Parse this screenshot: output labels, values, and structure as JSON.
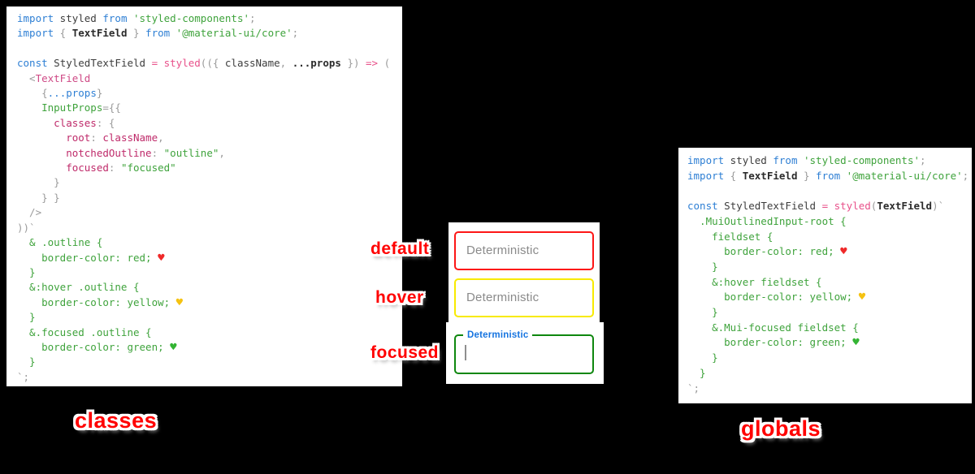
{
  "colors": {
    "background": "#000000",
    "keyword_blue": "#2e7fd4",
    "string_css_green": "#3fa33c",
    "operator_pink": "#e8508a",
    "property_magenta": "#bf2a6a",
    "jsx_tag_pink": "#cf4a86",
    "punctuation_gray": "#9b9b9b",
    "annotation_red": "#ff0000",
    "default_border_red": "#fd1616",
    "hover_border_yellow": "#f8ea00",
    "focused_border_green": "#0e870e",
    "floating_label_blue": "#1674e0",
    "placeholder_gray": "#8a8a8a"
  },
  "annotations": {
    "default": "default",
    "hover": "hover",
    "focused": "focused"
  },
  "captions": {
    "left": "classes",
    "right": "globals"
  },
  "textfields": {
    "placeholder": "Deterministic",
    "floating_label": "Deterministic",
    "default_border": "#fd1616",
    "hover_border": "#f8ea00",
    "focused_border": "#0e870e"
  },
  "code_panels": {
    "left": {
      "title": "classes approach",
      "lines": [
        [
          [
            "kw",
            "import"
          ],
          [
            "txt",
            " styled "
          ],
          [
            "kw",
            "from"
          ],
          [
            "grn",
            " 'styled-components'"
          ],
          [
            "pun",
            ";"
          ]
        ],
        [
          [
            "kw",
            "import"
          ],
          [
            "pun",
            " { "
          ],
          [
            "btxt",
            "TextField"
          ],
          [
            "pun",
            " } "
          ],
          [
            "kw",
            "from"
          ],
          [
            "grn",
            " '@material-ui/core'"
          ],
          [
            "pun",
            ";"
          ]
        ],
        [],
        [
          [
            "kw",
            "const"
          ],
          [
            "txt",
            " StyledTextField "
          ],
          [
            "op",
            "= styled"
          ],
          [
            "pun",
            "(({ "
          ],
          [
            "txt",
            "className"
          ],
          [
            "pun",
            ", "
          ],
          [
            "btxt",
            "...props"
          ],
          [
            "pun",
            " }) "
          ],
          [
            "op",
            "=>"
          ],
          [
            "pun",
            " ("
          ]
        ],
        [
          [
            "pun",
            "  <"
          ],
          [
            "tag",
            "TextField"
          ]
        ],
        [
          [
            "pun",
            "    {"
          ],
          [
            "kw",
            "...props"
          ],
          [
            "pun",
            "}"
          ]
        ],
        [
          [
            "grn",
            "    InputProps"
          ],
          [
            "pun",
            "={{"
          ]
        ],
        [
          [
            "prop",
            "      classes"
          ],
          [
            "pun",
            ": {"
          ]
        ],
        [
          [
            "prop",
            "        root"
          ],
          [
            "pun",
            ": "
          ],
          [
            "prop",
            "className"
          ],
          [
            "pun",
            ","
          ]
        ],
        [
          [
            "prop",
            "        notchedOutline"
          ],
          [
            "pun",
            ": "
          ],
          [
            "grn",
            "\"outline\""
          ],
          [
            "pun",
            ","
          ]
        ],
        [
          [
            "prop",
            "        focused"
          ],
          [
            "pun",
            ": "
          ],
          [
            "grn",
            "\"focused\""
          ]
        ],
        [
          [
            "pun",
            "      }"
          ]
        ],
        [
          [
            "pun",
            "    } }"
          ]
        ],
        [
          [
            "pun",
            "  />"
          ]
        ],
        [
          [
            "pun",
            "))`"
          ]
        ],
        [
          [
            "grn",
            "  & .outline {"
          ]
        ],
        [
          [
            "grn",
            "    border-color: red; "
          ],
          [
            "hr",
            "♥"
          ]
        ],
        [
          [
            "grn",
            "  }"
          ]
        ],
        [
          [
            "grn",
            "  &:hover .outline {"
          ]
        ],
        [
          [
            "grn",
            "    border-color: yellow; "
          ],
          [
            "hy",
            "♥"
          ]
        ],
        [
          [
            "grn",
            "  }"
          ]
        ],
        [
          [
            "grn",
            "  &.focused .outline {"
          ]
        ],
        [
          [
            "grn",
            "    border-color: green; "
          ],
          [
            "hg",
            "♥"
          ]
        ],
        [
          [
            "grn",
            "  }"
          ]
        ],
        [
          [
            "pun",
            "`;"
          ]
        ]
      ]
    },
    "right": {
      "title": "globals approach",
      "lines": [
        [
          [
            "kw",
            "import"
          ],
          [
            "txt",
            " styled "
          ],
          [
            "kw",
            "from"
          ],
          [
            "grn",
            " 'styled-components'"
          ],
          [
            "pun",
            ";"
          ]
        ],
        [
          [
            "kw",
            "import"
          ],
          [
            "pun",
            " { "
          ],
          [
            "btxt",
            "TextField"
          ],
          [
            "pun",
            " } "
          ],
          [
            "kw",
            "from"
          ],
          [
            "grn",
            " '@material-ui/core'"
          ],
          [
            "pun",
            ";"
          ]
        ],
        [],
        [
          [
            "kw",
            "const"
          ],
          [
            "txt",
            " StyledTextField "
          ],
          [
            "op",
            "= styled"
          ],
          [
            "pun",
            "("
          ],
          [
            "btxt",
            "TextField"
          ],
          [
            "pun",
            ")`"
          ]
        ],
        [
          [
            "grn",
            "  .MuiOutlinedInput-root {"
          ]
        ],
        [
          [
            "grn",
            "    fieldset {"
          ]
        ],
        [
          [
            "grn",
            "      border-color: red; "
          ],
          [
            "hr",
            "♥"
          ]
        ],
        [
          [
            "grn",
            "    }"
          ]
        ],
        [
          [
            "grn",
            "    &:hover fieldset {"
          ]
        ],
        [
          [
            "grn",
            "      border-color: yellow; "
          ],
          [
            "hy",
            "♥"
          ]
        ],
        [
          [
            "grn",
            "    }"
          ]
        ],
        [
          [
            "grn",
            "    &.Mui-focused fieldset {"
          ]
        ],
        [
          [
            "grn",
            "      border-color: green; "
          ],
          [
            "hg",
            "♥"
          ]
        ],
        [
          [
            "grn",
            "    }"
          ]
        ],
        [
          [
            "grn",
            "  }"
          ]
        ],
        [
          [
            "pun",
            "`;"
          ]
        ]
      ]
    }
  }
}
